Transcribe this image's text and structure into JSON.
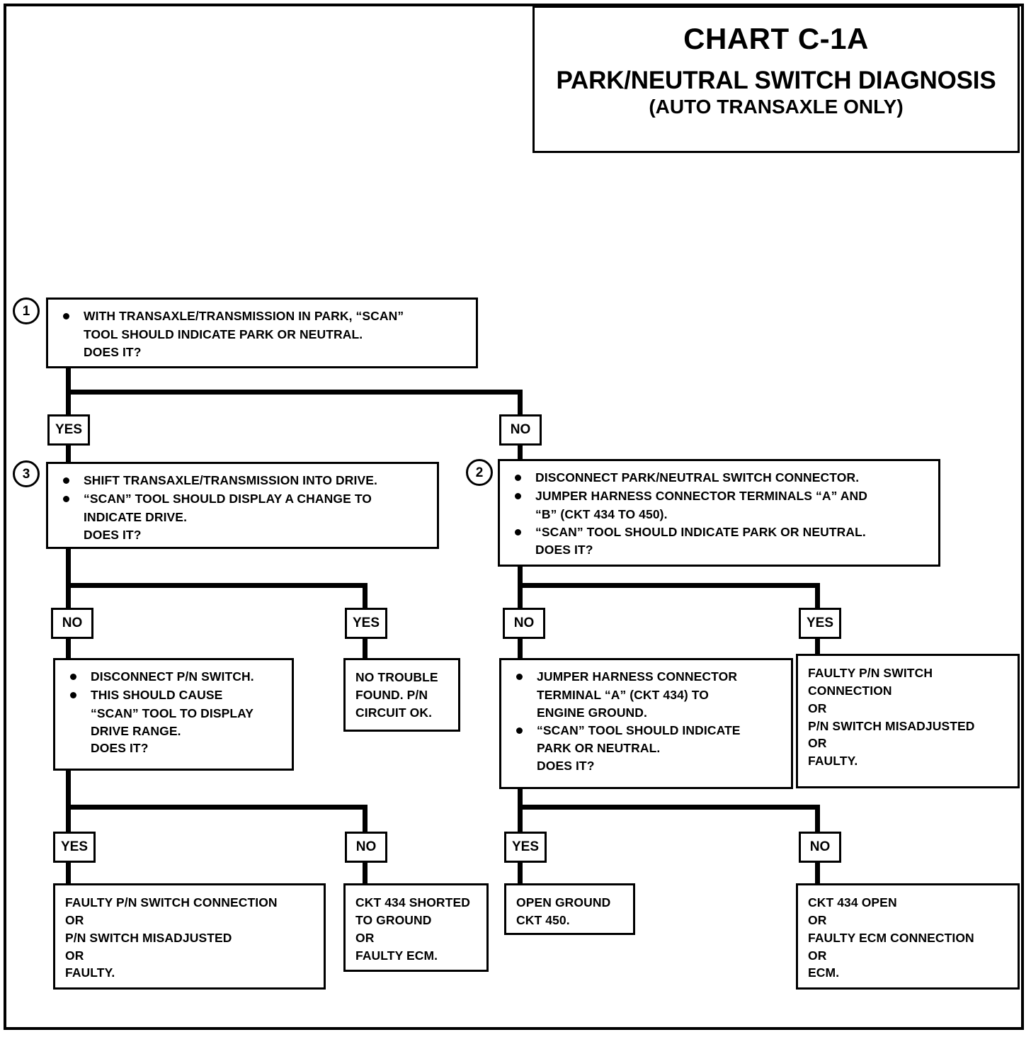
{
  "title": {
    "chart_id": "CHART C-1A",
    "name": "PARK/NEUTRAL SWITCH DIAGNOSIS",
    "qualifier": "(AUTO TRANSAXLE ONLY)"
  },
  "labels": {
    "yes": "YES",
    "no": "NO"
  },
  "steps": {
    "step1": {
      "number": "1",
      "line1": "WITH TRANSAXLE/TRANSMISSION IN PARK, “SCAN”",
      "line2": "TOOL SHOULD INDICATE PARK OR NEUTRAL.",
      "line3": "DOES IT?"
    },
    "step3": {
      "number": "3",
      "line1": "SHIFT TRANSAXLE/TRANSMISSION  INTO DRIVE.",
      "line2": "“SCAN” TOOL SHOULD DISPLAY A CHANGE TO",
      "line3": "INDICATE DRIVE.",
      "line4": "DOES IT?"
    },
    "step2": {
      "number": "2",
      "line1": "DISCONNECT PARK/NEUTRAL SWITCH CONNECTOR.",
      "line2": "JUMPER HARNESS CONNECTOR TERMINALS “A” AND",
      "line3": "“B” (CKT 434 TO 450).",
      "line4": "“SCAN” TOOL SHOULD INDICATE PARK OR NEUTRAL.",
      "line5": "DOES IT?"
    },
    "disconnect_pn": {
      "line1": "DISCONNECT P/N SWITCH.",
      "line2": "THIS SHOULD CAUSE",
      "line3": "“SCAN” TOOL TO DISPLAY",
      "line4": "DRIVE RANGE.",
      "line5": "DOES IT?"
    },
    "jumper_ground": {
      "line1": "JUMPER HARNESS CONNECTOR",
      "line2": "TERMINAL “A” (CKT 434) TO",
      "line3": "ENGINE GROUND.",
      "line4": "“SCAN” TOOL SHOULD INDICATE",
      "line5": "PARK OR NEUTRAL.",
      "line6": "DOES IT?"
    }
  },
  "results": {
    "no_trouble": {
      "line1": "NO TROUBLE",
      "line2": "FOUND.  P/N",
      "line3": "CIRCUIT OK."
    },
    "faulty_pn_right": {
      "line1": "FAULTY P/N SWITCH",
      "line2": "CONNECTION",
      "line3": "OR",
      "line4": "P/N SWITCH MISADJUSTED",
      "line5": "OR",
      "line6": "FAULTY."
    },
    "faulty_pn_bottom": {
      "line1": "FAULTY P/N SWITCH CONNECTION",
      "line2": "OR",
      "line3": "P/N SWITCH MISADJUSTED",
      "line4": "OR",
      "line5": "FAULTY."
    },
    "ckt434_shorted": {
      "line1": "CKT 434 SHORTED",
      "line2": "TO GROUND",
      "line3": "OR",
      "line4": "FAULTY ECM."
    },
    "open_ground": {
      "line1": "OPEN GROUND",
      "line2": "CKT 450."
    },
    "ckt434_open": {
      "line1": "CKT 434 OPEN",
      "line2": "OR",
      "line3": "FAULTY ECM CONNECTION",
      "line4": "OR",
      "line5": "ECM."
    }
  }
}
